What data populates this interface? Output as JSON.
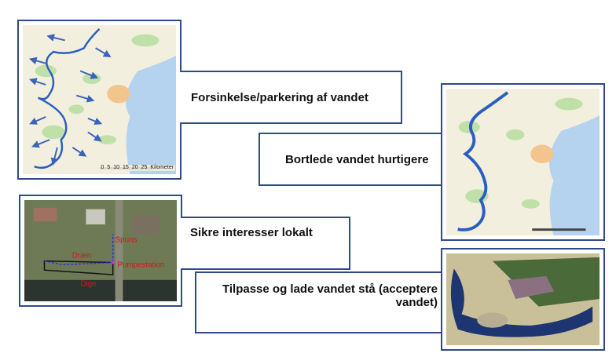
{
  "panels": [
    {
      "label": "Forsinkelse/parkering af vandet"
    },
    {
      "label": "Bortlede vandet hurtigere"
    },
    {
      "label": "Sikre interesser lokalt"
    },
    {
      "label": "Tilpasse og lade vandet stå (acceptere vandet)"
    }
  ],
  "map_scale": {
    "ticks": [
      "0",
      "5",
      "10",
      "15",
      "20",
      "25"
    ],
    "unit": "Kilometer"
  },
  "photo_labels": {
    "spuns": "Spuns",
    "draen": "Dræn",
    "pump": "Pumpestation",
    "dige": "Dige"
  },
  "colors": {
    "border": "#2f4a8a",
    "river": "#2a5fc0",
    "label": "#d01818"
  }
}
